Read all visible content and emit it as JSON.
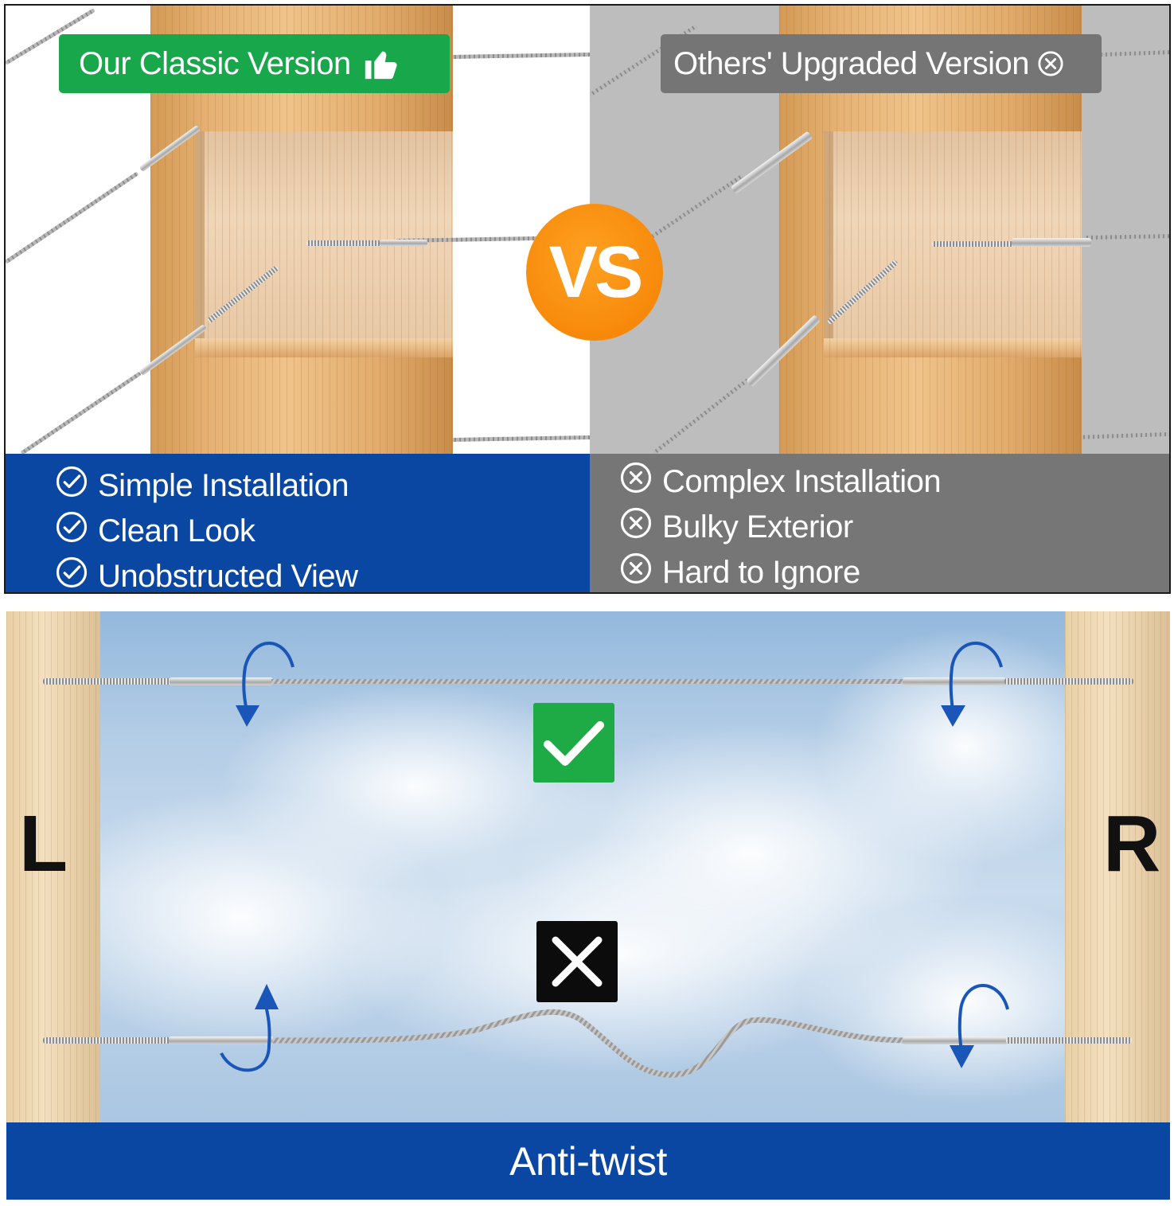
{
  "comparison": {
    "classic_banner": {
      "label": "Our Classic Version",
      "icon": "thumbs-up-icon",
      "color": "#18a74b"
    },
    "others_banner": {
      "label": "Others' Upgraded Version",
      "icon": "circle-x-icon",
      "color": "#757575"
    },
    "vs_badge": {
      "label": "VS",
      "color": "#f7890a"
    },
    "pros": {
      "color": "#0a47a2",
      "icon": "circle-check-icon",
      "items": [
        "Simple Installation",
        "Clean Look",
        "Unobstructed View"
      ]
    },
    "cons": {
      "color": "#767676",
      "icon": "circle-x-icon",
      "items": [
        "Complex Installation",
        "Bulky Exterior",
        "Hard to Ignore"
      ]
    }
  },
  "anti_twist": {
    "left_label": "L",
    "right_label": "R",
    "correct_mark": {
      "icon": "check-mark-icon",
      "color": "#1eaa44"
    },
    "wrong_mark": {
      "icon": "x-mark-icon",
      "color": "#0c0c0c"
    },
    "caption": "Anti-twist",
    "caption_color": "#0a47a2"
  }
}
